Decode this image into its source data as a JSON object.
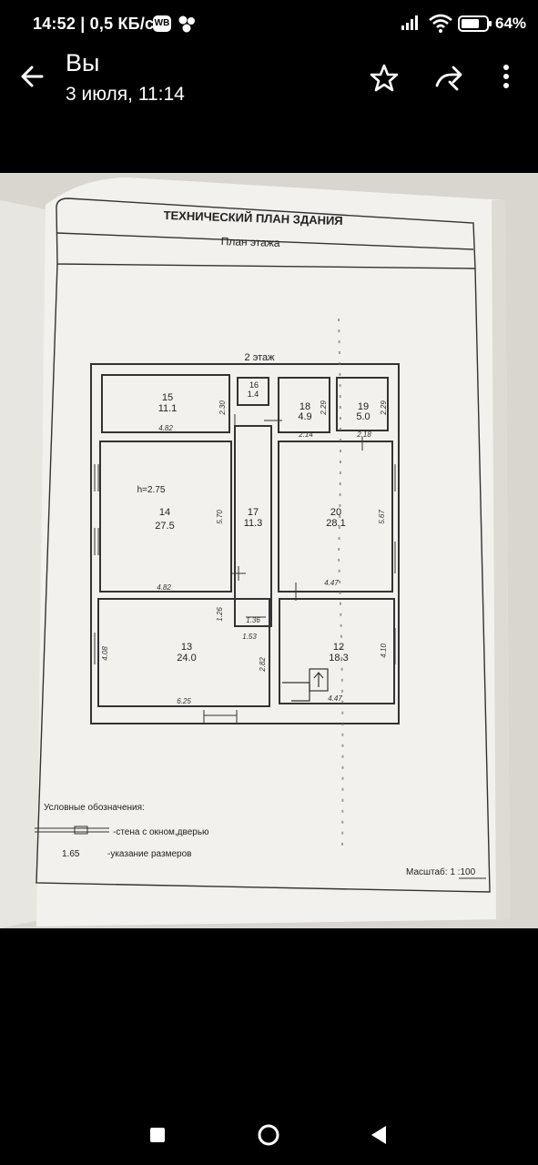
{
  "status": {
    "time": "14:52 | 0,5 КБ/с",
    "wb": "WB",
    "battery": "64%"
  },
  "header": {
    "title": "Вы",
    "subtitle": "3 июля, 11:14"
  },
  "icons": {
    "back": "arrow-left-icon",
    "star": "star-outline-icon",
    "share": "share-forward-icon",
    "menu": "more-vert-icon"
  },
  "doc": {
    "title": "ТЕХНИЧЕСКИЙ ПЛАН ЗДАНИЯ",
    "subtitle": "План этажа",
    "floor": "2 этаж",
    "ceiling": "h=2.75",
    "rooms": [
      {
        "num": "15",
        "area": "11.1"
      },
      {
        "num": "16",
        "area": "1.4"
      },
      {
        "num": "18",
        "area": "4.9"
      },
      {
        "num": "19",
        "area": "5.0"
      },
      {
        "num": "14",
        "area": "27.5"
      },
      {
        "num": "17",
        "area": "11.3"
      },
      {
        "num": "20",
        "area": "28.1"
      },
      {
        "num": "13",
        "area": "24.0"
      },
      {
        "num": "12",
        "area": "18.3"
      }
    ],
    "dims": {
      "d482a": "4.82",
      "d230": "2.30",
      "d214": "2.14",
      "d229a": "2.29",
      "d218": "2.18",
      "d229b": "2.29",
      "d570": "5.70",
      "d567": "5.67",
      "d482b": "4.82",
      "d447a": "4.47",
      "d126": "1.26",
      "d136": "1.36",
      "d153": "1.53",
      "d408": "4.08",
      "d282": "2.82",
      "d410": "4.10",
      "d625": "6.25",
      "d447b": "4.47"
    },
    "legend_title": "Условные обозначения:",
    "legend_wall": "-стена с окном,дверью",
    "legend_dim_value": "1.65",
    "legend_dim": "-указание размеров",
    "scale": "Масштаб: 1 :100"
  }
}
